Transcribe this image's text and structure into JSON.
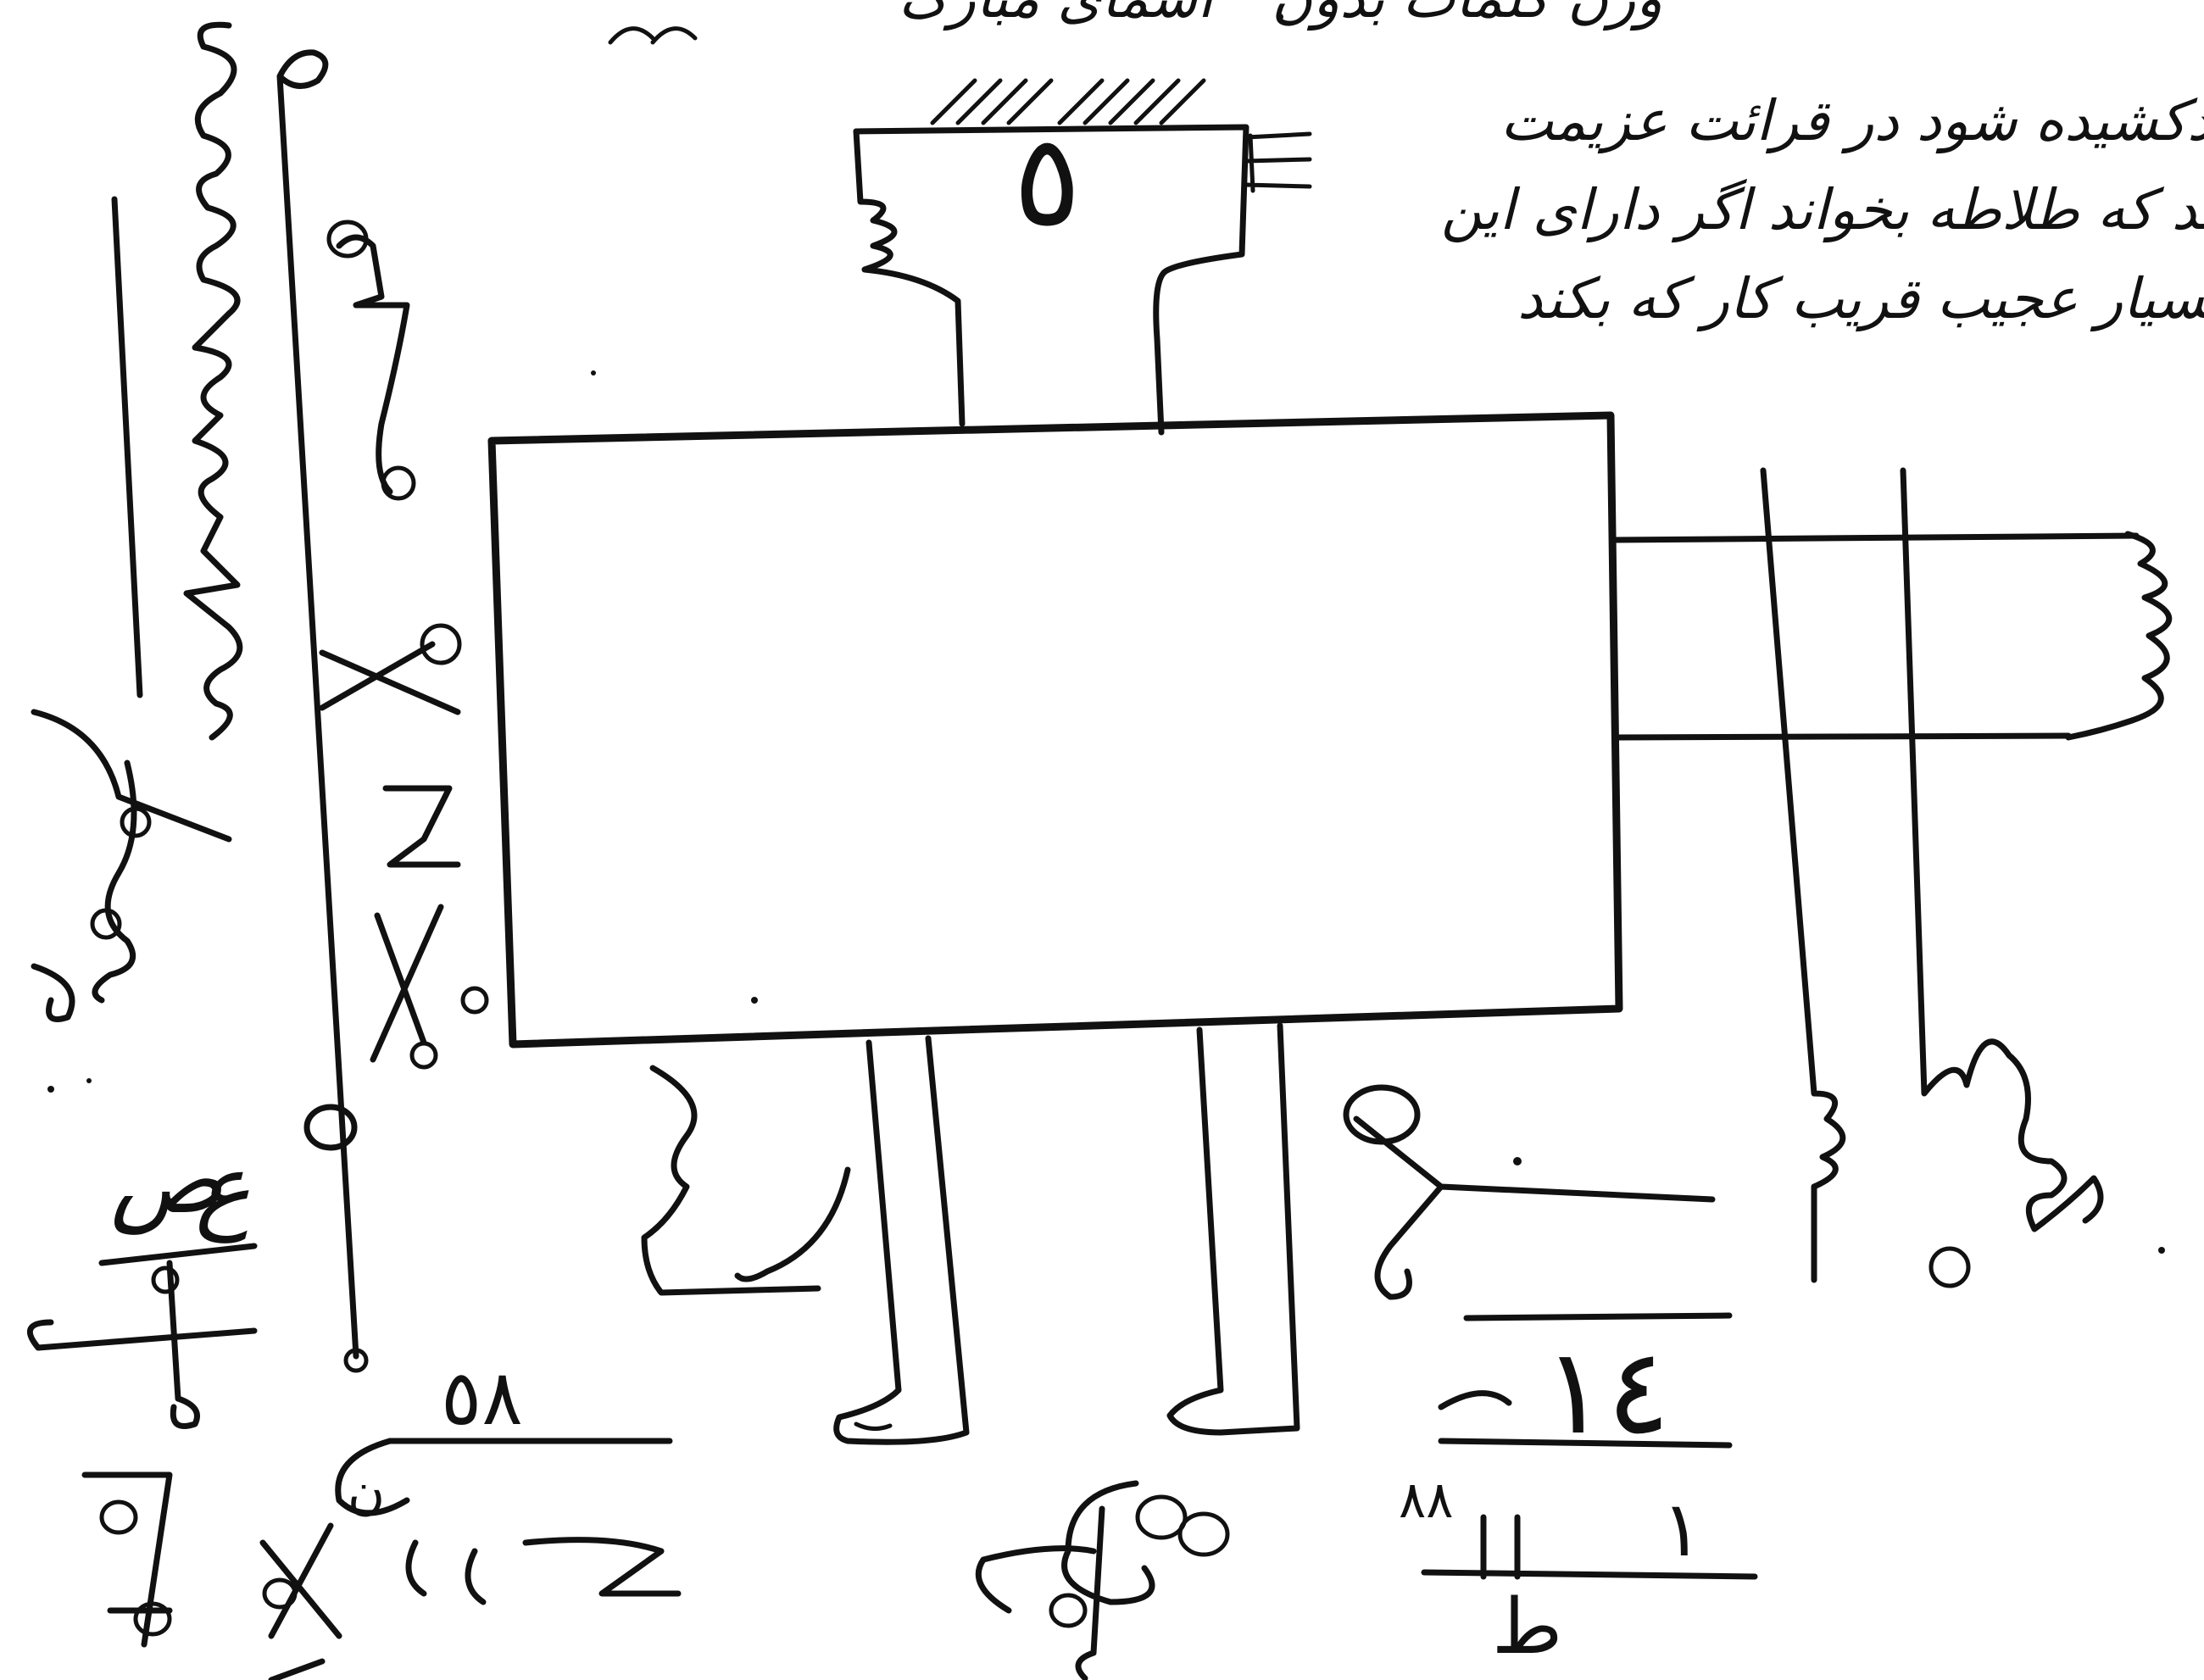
{
  "manuscript": {
    "header_left_text": "اسمای مبارک",
    "header_right_text": "وزن كلمات بدون",
    "note_lines": [
      "يا دكشيده شود در قرائت عزيمت",
      "بسمع كنند كه طلاطه بخواند اگر دارای اين",
      "نشو بسيار عجيب قريب كار كه بكند"
    ],
    "head_numeral": "٥",
    "bottom_left_numeral": "٥٨",
    "bottom_left_small": "ن",
    "bottom_right_numeral_top": "١٤",
    "bottom_right_numeral_bottom": "١",
    "bottom_right_superscript": "٨٨",
    "bottom_right_letter": "ط",
    "left_small_char": "ص",
    "left_small_char_2": "ع"
  },
  "colors": {
    "ink": "#111111",
    "paper": "#ffffff"
  }
}
